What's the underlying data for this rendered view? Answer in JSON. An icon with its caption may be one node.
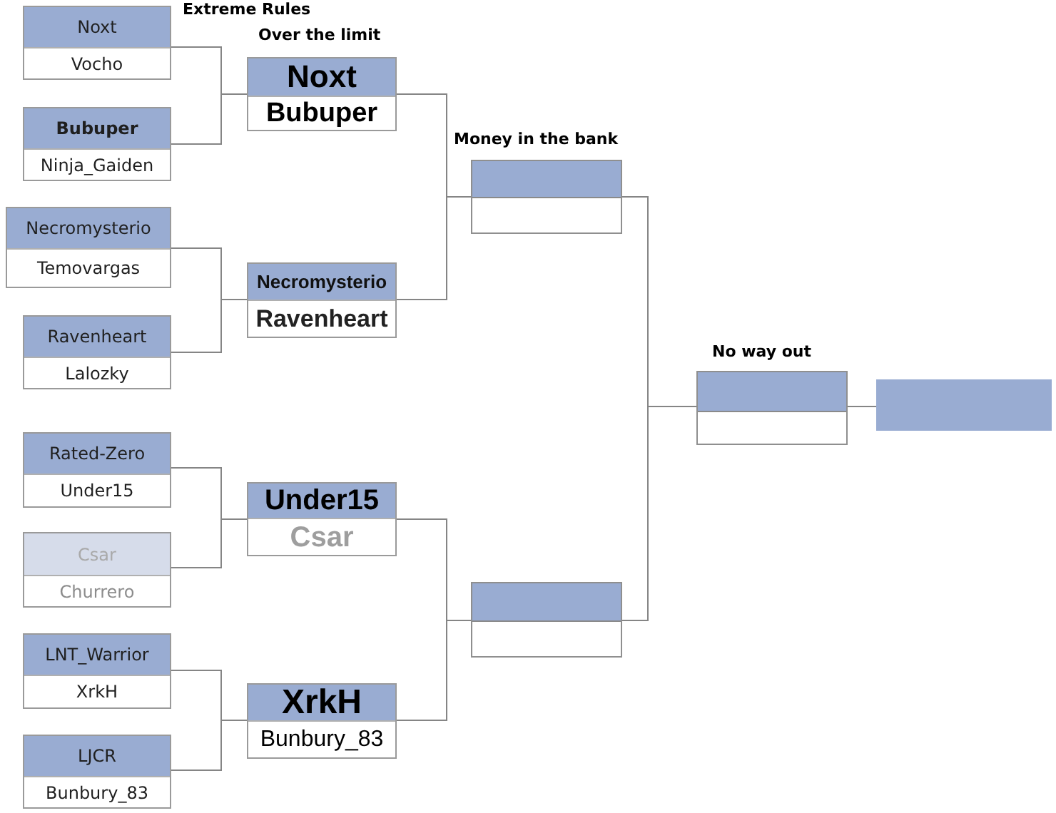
{
  "diagram": {
    "nodes": [
      {
        "text": [
          "Noxt",
          "Vocho"
        ]
      },
      {
        "text": [
          "Bubuper",
          "Ninja_Gaiden"
        ]
      },
      {
        "text": [
          "Necromysterio",
          "Temovargas"
        ]
      },
      {
        "text": [
          "Ravenheart",
          "Lalozky"
        ]
      },
      {
        "text": [
          "Rated-Zero",
          "Under15"
        ]
      },
      {
        "text": [
          "Csar",
          "Churrero"
        ]
      },
      {
        "text": [
          "LNT_Warrior",
          "XrkH"
        ]
      },
      {
        "text": [
          "LJCR",
          "Bunbury_83"
        ]
      },
      {
        "text": [
          "Noxt",
          "Bubuper"
        ]
      },
      {
        "text": [
          "Necromysterio",
          "Ravenheart"
        ]
      },
      {
        "text": [
          "Under15",
          "Csar"
        ]
      },
      {
        "text": [
          "XrkH",
          "Bunbury_83"
        ]
      },
      {
        "text": [],
        "shape": "box"
      },
      {
        "text": [],
        "shape": "box"
      },
      {
        "text": [],
        "shape": "box"
      },
      {
        "text": [],
        "shape": "bar"
      }
    ],
    "edges": [
      {
        "from": 0,
        "to": 8,
        "arrow": "none"
      },
      {
        "from": 1,
        "to": 8,
        "arrow": "none"
      },
      {
        "from": 2,
        "to": 9,
        "arrow": "none"
      },
      {
        "from": 3,
        "to": 9,
        "arrow": "none"
      },
      {
        "from": 4,
        "to": 10,
        "arrow": "none"
      },
      {
        "from": 5,
        "to": 10,
        "arrow": "none"
      },
      {
        "from": 6,
        "to": 11,
        "arrow": "none"
      },
      {
        "from": 7,
        "to": 11,
        "arrow": "none"
      },
      {
        "from": 8,
        "to": 12,
        "arrow": "none"
      },
      {
        "from": 9,
        "to": 12,
        "arrow": "none"
      },
      {
        "from": 10,
        "to": 13,
        "arrow": "none"
      },
      {
        "from": 11,
        "to": 13,
        "arrow": "none"
      },
      {
        "from": 12,
        "to": 14,
        "arrow": "none"
      },
      {
        "from": 13,
        "to": 14,
        "arrow": "none"
      },
      {
        "from": 14,
        "to": 15,
        "arrow": "none"
      }
    ],
    "labels": [
      "Extreme Rules",
      "Over the limit",
      "Money in the bank",
      "No way out"
    ]
  }
}
